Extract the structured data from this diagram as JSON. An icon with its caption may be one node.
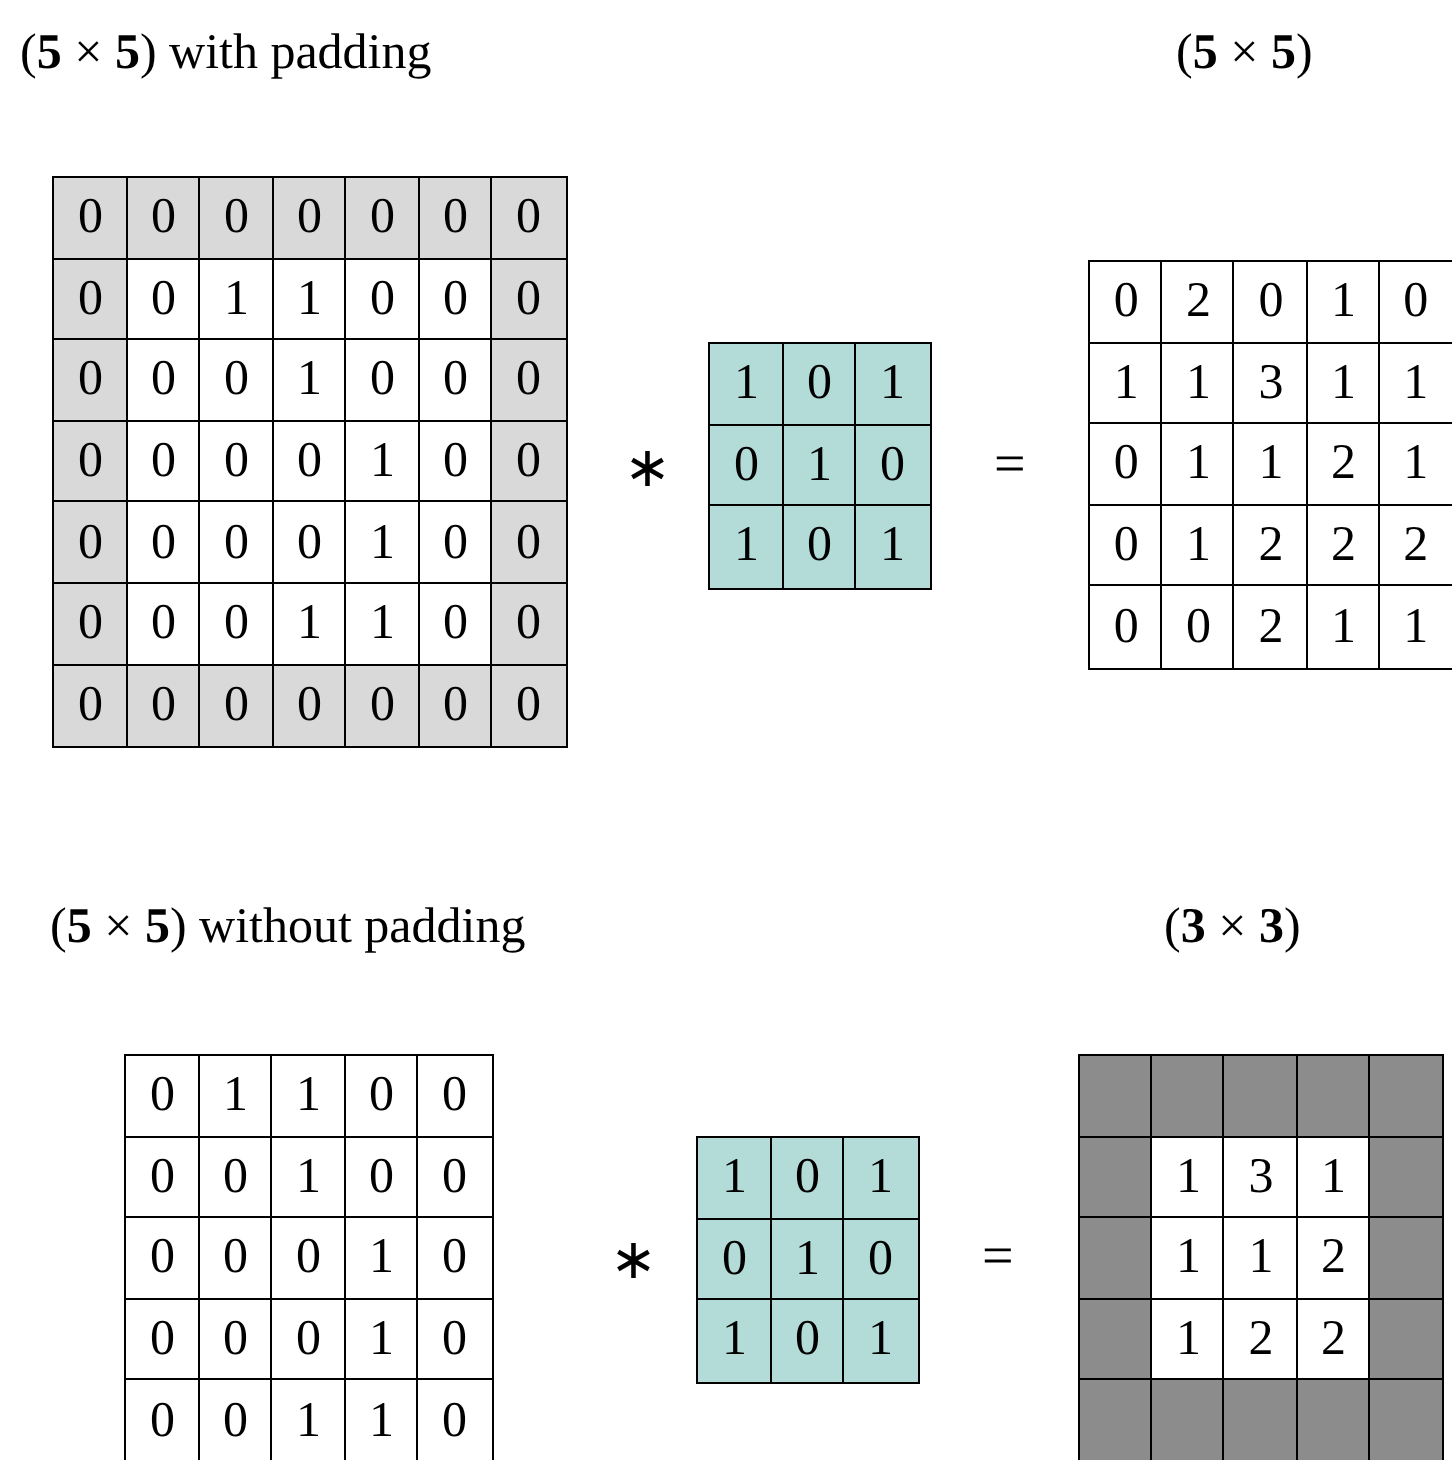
{
  "diagram": {
    "labels": [
      "(**5** × **5**) with padding",
      "(**5** × **5**)",
      "0",
      "0",
      "0",
      "0",
      "0",
      "0",
      "0",
      "0",
      "0",
      "1",
      "1",
      "0",
      "0",
      "0",
      "0",
      "0",
      "0",
      "1",
      "0",
      "0",
      "0",
      "0",
      "0",
      "0",
      "0",
      "1",
      "0",
      "0",
      "0",
      "0",
      "0",
      "0",
      "1",
      "0",
      "0",
      "0",
      "0",
      "0",
      "1",
      "1",
      "0",
      "0",
      "0",
      "0",
      "0",
      "0",
      "0",
      "0",
      "0",
      "∗",
      "1",
      "0",
      "1",
      "0",
      "1",
      "0",
      "1",
      "0",
      "1",
      "=",
      "0",
      "2",
      "0",
      "1",
      "0",
      "1",
      "1",
      "3",
      "1",
      "1",
      "0",
      "1",
      "1",
      "2",
      "1",
      "0",
      "1",
      "2",
      "2",
      "2",
      "0",
      "0",
      "2",
      "1",
      "1",
      "(**5** × **5**) without padding",
      "(**3** × **3**)",
      "0",
      "1",
      "1",
      "0",
      "0",
      "0",
      "0",
      "1",
      "0",
      "0",
      "0",
      "0",
      "0",
      "1",
      "0",
      "0",
      "0",
      "0",
      "1",
      "0",
      "0",
      "0",
      "1",
      "1",
      "0",
      "∗",
      "1",
      "0",
      "1",
      "0",
      "1",
      "0",
      "1",
      "0",
      "1",
      "=",
      "1",
      "3",
      "1",
      "1",
      "1",
      "2",
      "1",
      "2",
      "2"
    ]
  }
}
